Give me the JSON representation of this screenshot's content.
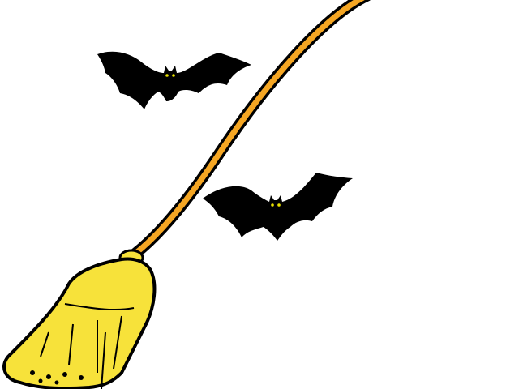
{
  "scene": {
    "background": "#ffffff",
    "objects": [
      {
        "kind": "broom",
        "handle_color": "#f5a623",
        "head_color": "#f7e23a",
        "outline_color": "#000000"
      },
      {
        "kind": "bat",
        "body_color": "#000000",
        "eye_color": "#e8e000"
      },
      {
        "kind": "bat",
        "body_color": "#000000",
        "eye_color": "#e8e000"
      }
    ]
  }
}
